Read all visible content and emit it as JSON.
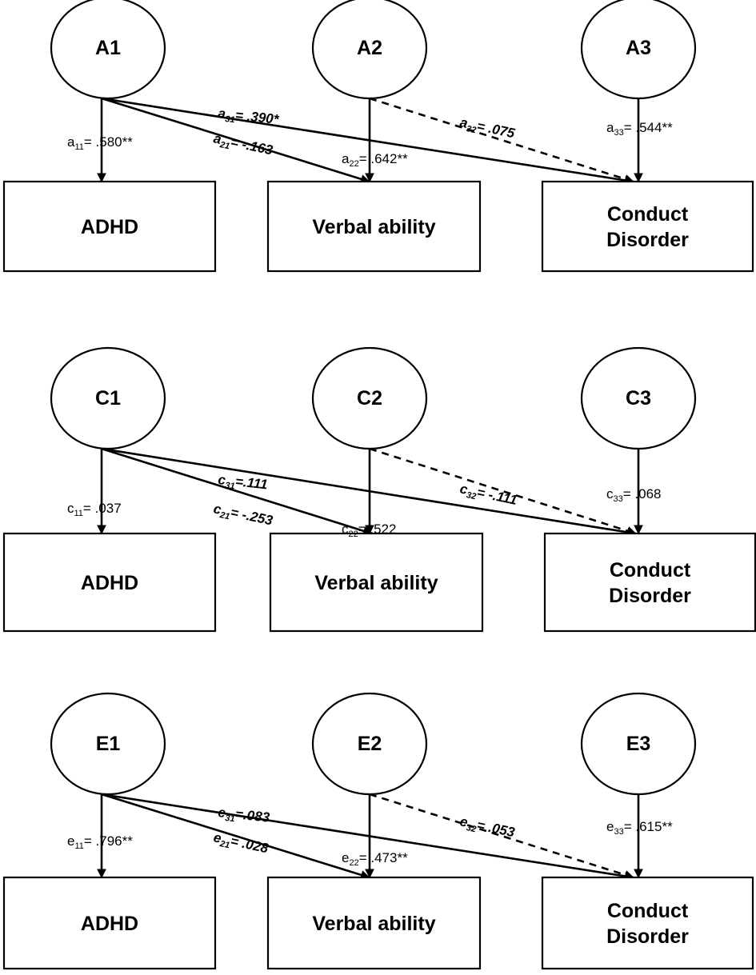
{
  "panels": [
    {
      "latents": [
        "A1",
        "A2",
        "A3"
      ],
      "observed": [
        {
          "lines": [
            "ADHD"
          ]
        },
        {
          "lines": [
            "Verbal ability"
          ]
        },
        {
          "lines": [
            "Conduct",
            "Disorder"
          ]
        }
      ],
      "coefficients": {
        "p11": {
          "letter": "a",
          "sub": "11",
          "value": "= .580**"
        },
        "p21": {
          "letter": "a",
          "sub": "21",
          "value": "= -.163"
        },
        "p22": {
          "letter": "a",
          "sub": "22",
          "value": "= .642**"
        },
        "p31": {
          "letter": "a",
          "sub": "31",
          "value": "= .390*"
        },
        "p32": {
          "letter": "a",
          "sub": "32",
          "value": "= .075"
        },
        "p33": {
          "letter": "a",
          "sub": "33",
          "value": "= .544**"
        }
      }
    },
    {
      "latents": [
        "C1",
        "C2",
        "C3"
      ],
      "observed": [
        {
          "lines": [
            "ADHD"
          ]
        },
        {
          "lines": [
            "Verbal ability"
          ]
        },
        {
          "lines": [
            "Conduct",
            "Disorder"
          ]
        }
      ],
      "coefficients": {
        "p11": {
          "letter": "c",
          "sub": "11",
          "value": "= .037"
        },
        "p21": {
          "letter": "c",
          "sub": "21",
          "value": "= -.253"
        },
        "p22": {
          "letter": "c",
          "sub": "22",
          "value": "= .522"
        },
        "p31": {
          "letter": "c",
          "sub": "31",
          "value": "=.111"
        },
        "p32": {
          "letter": "c",
          "sub": "32",
          "value": "= -.111"
        },
        "p33": {
          "letter": "c",
          "sub": "33",
          "value": "= .068"
        }
      }
    },
    {
      "latents": [
        "E1",
        "E2",
        "E3"
      ],
      "observed": [
        {
          "lines": [
            "ADHD"
          ]
        },
        {
          "lines": [
            "Verbal ability"
          ]
        },
        {
          "lines": [
            "Conduct",
            "Disorder"
          ]
        }
      ],
      "coefficients": {
        "p11": {
          "letter": "e",
          "sub": "11",
          "value": "= .796**"
        },
        "p21": {
          "letter": "e",
          "sub": "21",
          "value": "= .028"
        },
        "p22": {
          "letter": "e",
          "sub": "22",
          "value": "= .473**"
        },
        "p31": {
          "letter": "e",
          "sub": "31",
          "value": "=.083"
        },
        "p32": {
          "letter": "e",
          "sub": "32",
          "value": "= .053"
        },
        "p33": {
          "letter": "e",
          "sub": "33",
          "value": "= .615**"
        }
      }
    }
  ]
}
